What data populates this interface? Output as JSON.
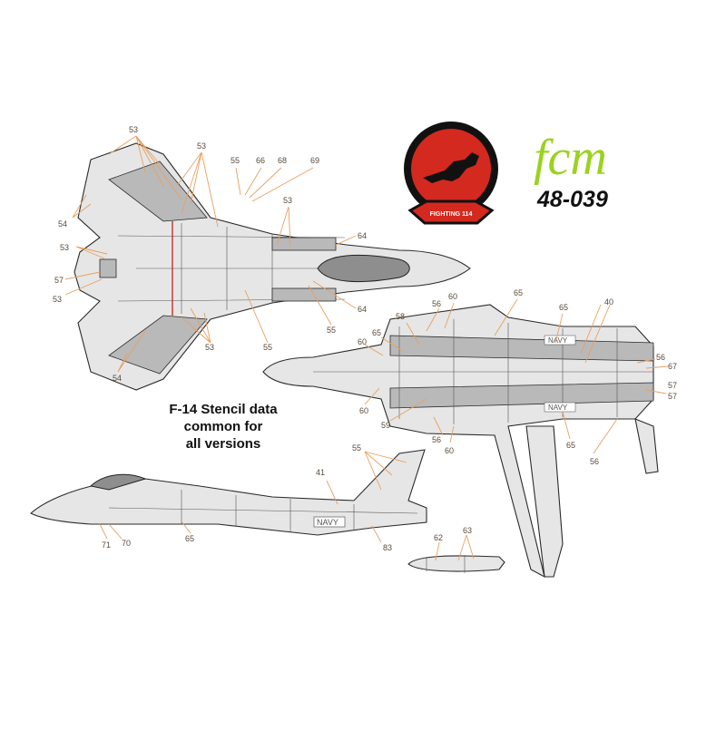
{
  "brand": {
    "logo_text": "fcm",
    "code": "48-039"
  },
  "insignia": {
    "ribbon_text": "FIGHTING 114"
  },
  "caption": {
    "line1": "F-14 Stencil data",
    "line2": "common for",
    "line3": "all versions"
  },
  "markings": {
    "navy": "NAVY"
  },
  "colors": {
    "insignia_red": "#d3291f",
    "insignia_black": "#111111",
    "brand_green": "#9bd21f",
    "leader_orange": "#e8a060"
  },
  "top_view": {
    "labels": [
      "53",
      "53",
      "54",
      "55",
      "66",
      "68",
      "69",
      "53",
      "64",
      "53",
      "57",
      "53",
      "64",
      "55",
      "53",
      "55",
      "54"
    ]
  },
  "bottom_view": {
    "labels": [
      "56",
      "60",
      "65",
      "58",
      "65",
      "60",
      "65",
      "40",
      "56",
      "67",
      "57",
      "60",
      "59",
      "56",
      "60",
      "65",
      "56",
      "57"
    ]
  },
  "side_view": {
    "labels": [
      "55",
      "41",
      "71",
      "70",
      "65",
      "83"
    ]
  },
  "tank_view": {
    "labels": [
      "62",
      "63"
    ]
  }
}
